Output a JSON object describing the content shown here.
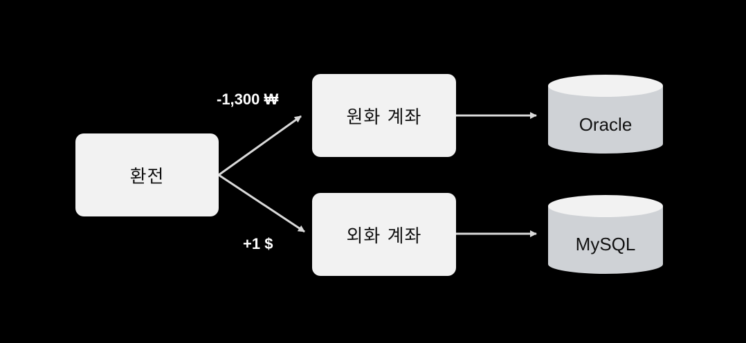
{
  "nodes": {
    "exchange": "환전",
    "krw_account": "원화 계좌",
    "usd_account": "외화 계좌",
    "db_oracle": "Oracle",
    "db_mysql": "MySQL"
  },
  "edge_labels": {
    "to_krw": "-1,300 ₩",
    "to_usd": "+1 $"
  },
  "colors": {
    "background": "#000000",
    "box_fill": "#f2f2f2",
    "cylinder_body": "#cfd2d6",
    "cylinder_top": "#f2f2f2",
    "arrow": "#d9d9d9",
    "label_text": "#ffffff",
    "box_text": "#111111"
  }
}
